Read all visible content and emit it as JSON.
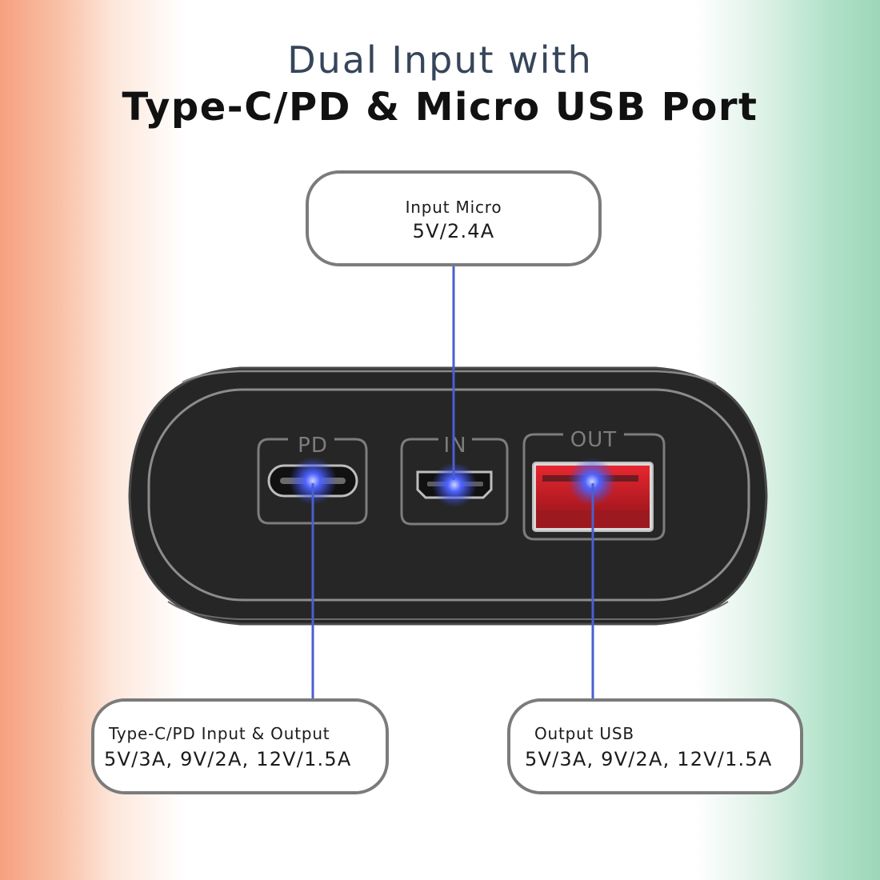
{
  "heading": {
    "line1": "Dual Input with",
    "line2": "Type-C/PD & Micro USB Port"
  },
  "ports": {
    "pd_label": "PD",
    "in_label": "IN",
    "out_label": "OUT"
  },
  "callouts": {
    "top": {
      "title": "Input Micro",
      "value": "5V/2.4A"
    },
    "left": {
      "title": "Type-C/PD Input & Output",
      "value": "5V/3A, 9V/2A, 12V/1.5A"
    },
    "right": {
      "title": "Output USB",
      "value": "5V/3A, 9V/2A, 12V/1.5A"
    }
  },
  "colors": {
    "background_left": "#f6a07f",
    "background_right": "#9cd7b9",
    "device_body": "#262626",
    "connector_line": "#4a5fd0",
    "usb_insert": "#d8202a",
    "callout_border": "#7b7b7b"
  }
}
